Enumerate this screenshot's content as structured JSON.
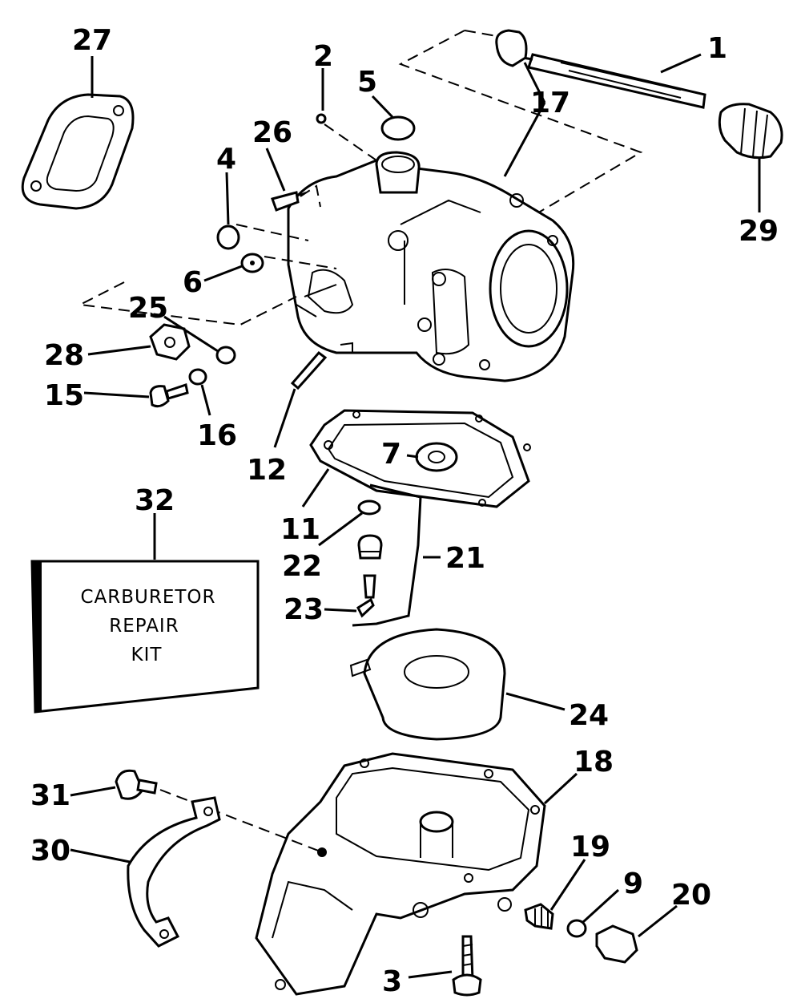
{
  "callouts": [
    {
      "id": "c1",
      "label": "1"
    },
    {
      "id": "c2",
      "label": "2"
    },
    {
      "id": "c3",
      "label": "3"
    },
    {
      "id": "c4",
      "label": "4"
    },
    {
      "id": "c5",
      "label": "5"
    },
    {
      "id": "c6",
      "label": "6"
    },
    {
      "id": "c7",
      "label": "7"
    },
    {
      "id": "c9",
      "label": "9"
    },
    {
      "id": "c11",
      "label": "11"
    },
    {
      "id": "c12",
      "label": "12"
    },
    {
      "id": "c15",
      "label": "15"
    },
    {
      "id": "c16",
      "label": "16"
    },
    {
      "id": "c17",
      "label": "17"
    },
    {
      "id": "c18",
      "label": "18"
    },
    {
      "id": "c19",
      "label": "19"
    },
    {
      "id": "c20",
      "label": "20"
    },
    {
      "id": "c21",
      "label": "21"
    },
    {
      "id": "c22",
      "label": "22"
    },
    {
      "id": "c23",
      "label": "23"
    },
    {
      "id": "c24",
      "label": "24"
    },
    {
      "id": "c25",
      "label": "25"
    },
    {
      "id": "c26",
      "label": "26"
    },
    {
      "id": "c27",
      "label": "27"
    },
    {
      "id": "c28",
      "label": "28"
    },
    {
      "id": "c29",
      "label": "29"
    },
    {
      "id": "c30",
      "label": "30"
    },
    {
      "id": "c31",
      "label": "31"
    },
    {
      "id": "c32",
      "label": "32"
    }
  ],
  "kit_box": {
    "line1": "CARBURETOR",
    "line2": "REPAIR",
    "line3": "KIT"
  }
}
